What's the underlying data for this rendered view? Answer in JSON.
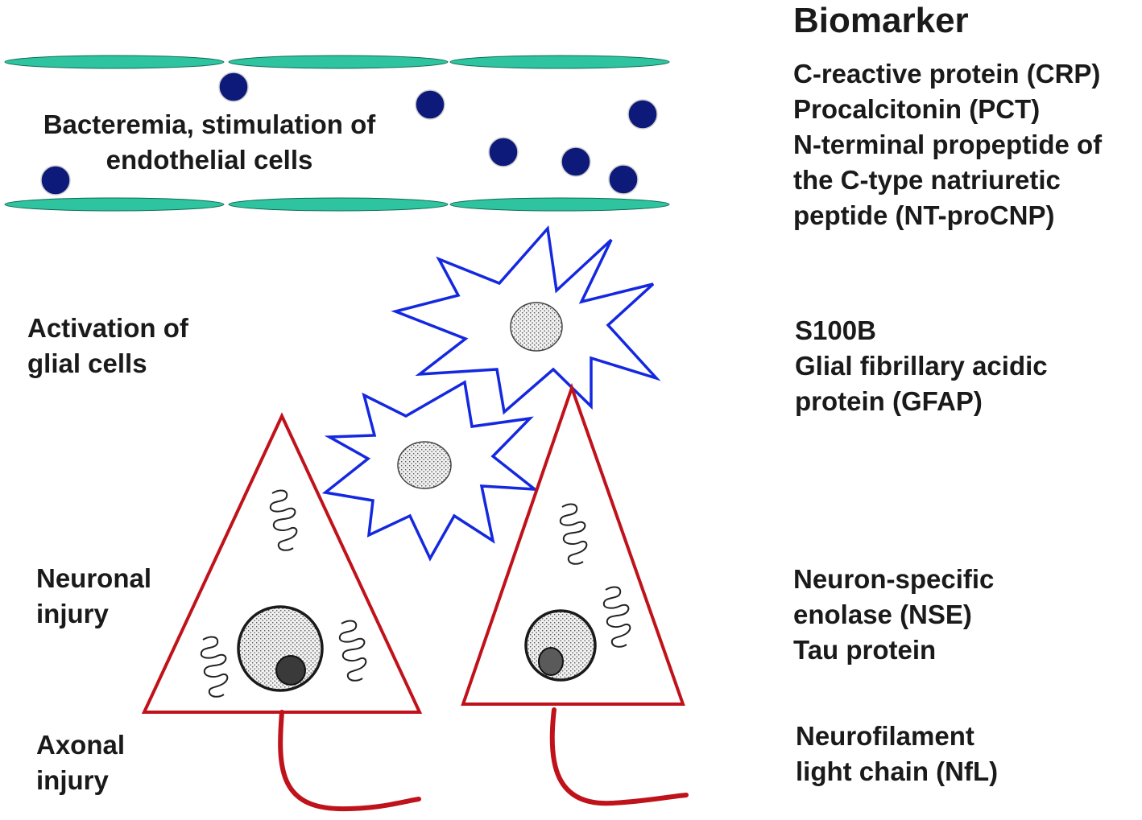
{
  "heading": "Biomarker",
  "stages": [
    {
      "id": "bacteremia",
      "lines": [
        "Bacteremia, stimulation of",
        "endothelial cells"
      ]
    },
    {
      "id": "glial",
      "lines": [
        "Activation of",
        "glial cells"
      ]
    },
    {
      "id": "neuronal",
      "lines": [
        "Neuronal",
        "injury"
      ]
    },
    {
      "id": "axonal",
      "lines": [
        "Axonal",
        "injury"
      ]
    }
  ],
  "biomarkers": [
    {
      "id": "inflammatory",
      "lines": [
        "C-reactive protein (CRP)",
        "Procalcitonin (PCT)",
        "N-terminal propeptide of",
        "the C-type natriuretic",
        "peptide (NT-proCNP)"
      ]
    },
    {
      "id": "glial",
      "lines": [
        "S100B",
        "Glial fibrillary acidic",
        "protein (GFAP)"
      ]
    },
    {
      "id": "neuronal",
      "lines": [
        "Neuron-specific",
        "enolase (NSE)",
        "Tau protein"
      ]
    },
    {
      "id": "axonal",
      "lines": [
        "Neurofilament",
        "light chain (NfL)"
      ]
    }
  ],
  "colors": {
    "endothelium": "#2ec4a0",
    "bacteria": "#0d1a7a",
    "glia_outline": "#1428e0",
    "neuron_outline": "#c0121a",
    "axon": "#c0121a",
    "text": "#1a1a1a"
  }
}
